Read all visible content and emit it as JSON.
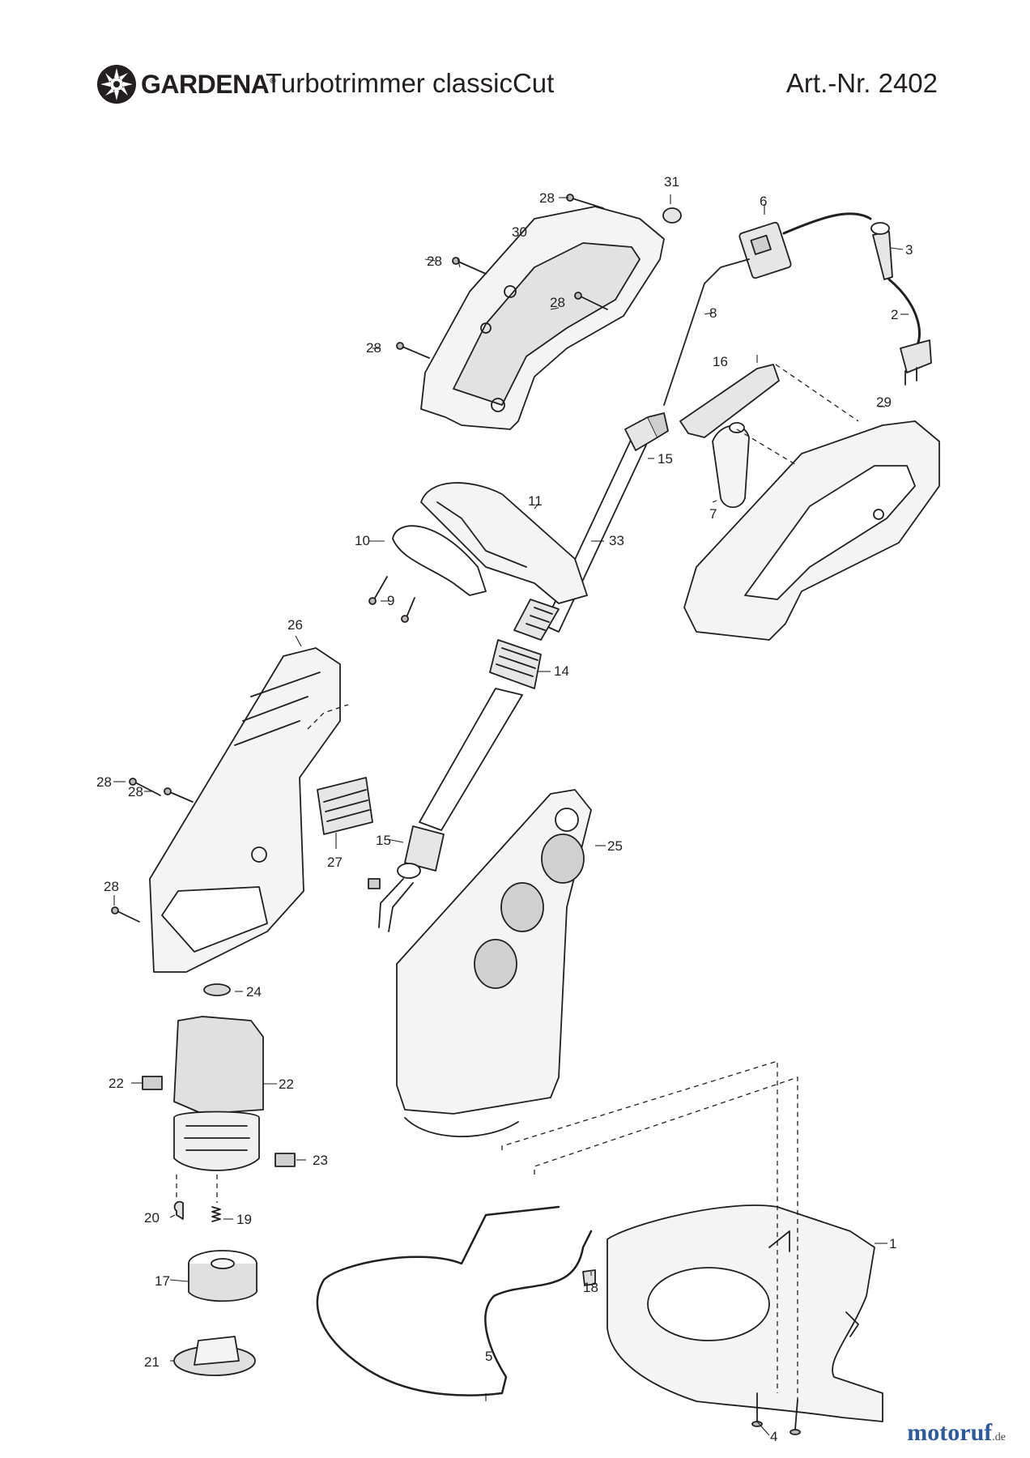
{
  "header": {
    "brand": "GARDENA",
    "registered": "®",
    "product": "Turbotrimmer classicCut",
    "article_number": "Art.-Nr. 2402"
  },
  "parts": [
    {
      "id": "part-1",
      "label": "1"
    },
    {
      "id": "part-2",
      "label": "2"
    },
    {
      "id": "part-3",
      "label": "3"
    },
    {
      "id": "part-4",
      "label": "4"
    },
    {
      "id": "part-5",
      "label": "5"
    },
    {
      "id": "part-6",
      "label": "6"
    },
    {
      "id": "part-7",
      "label": "7"
    },
    {
      "id": "part-8",
      "label": "8"
    },
    {
      "id": "part-9",
      "label": "9"
    },
    {
      "id": "part-10",
      "label": "10"
    },
    {
      "id": "part-11",
      "label": "11"
    },
    {
      "id": "part-14",
      "label": "14"
    },
    {
      "id": "part-15a",
      "label": "15"
    },
    {
      "id": "part-15b",
      "label": "15"
    },
    {
      "id": "part-16",
      "label": "16"
    },
    {
      "id": "part-17",
      "label": "17"
    },
    {
      "id": "part-18",
      "label": "18"
    },
    {
      "id": "part-19",
      "label": "19"
    },
    {
      "id": "part-20",
      "label": "20"
    },
    {
      "id": "part-21",
      "label": "21"
    },
    {
      "id": "part-22a",
      "label": "22"
    },
    {
      "id": "part-22b",
      "label": "22"
    },
    {
      "id": "part-23",
      "label": "23"
    },
    {
      "id": "part-24",
      "label": "24"
    },
    {
      "id": "part-25",
      "label": "25"
    },
    {
      "id": "part-26",
      "label": "26"
    },
    {
      "id": "part-27",
      "label": "27"
    },
    {
      "id": "part-28a",
      "label": "28"
    },
    {
      "id": "part-28b",
      "label": "28"
    },
    {
      "id": "part-28c",
      "label": "28"
    },
    {
      "id": "part-28d",
      "label": "28"
    },
    {
      "id": "part-28e",
      "label": "28"
    },
    {
      "id": "part-28f",
      "label": "28"
    },
    {
      "id": "part-28g",
      "label": "28"
    },
    {
      "id": "part-29",
      "label": "29"
    },
    {
      "id": "part-30",
      "label": "30"
    },
    {
      "id": "part-31",
      "label": "31"
    },
    {
      "id": "part-33",
      "label": "33"
    }
  ],
  "watermark": {
    "main": "motoruf",
    "suffix": ".de"
  }
}
